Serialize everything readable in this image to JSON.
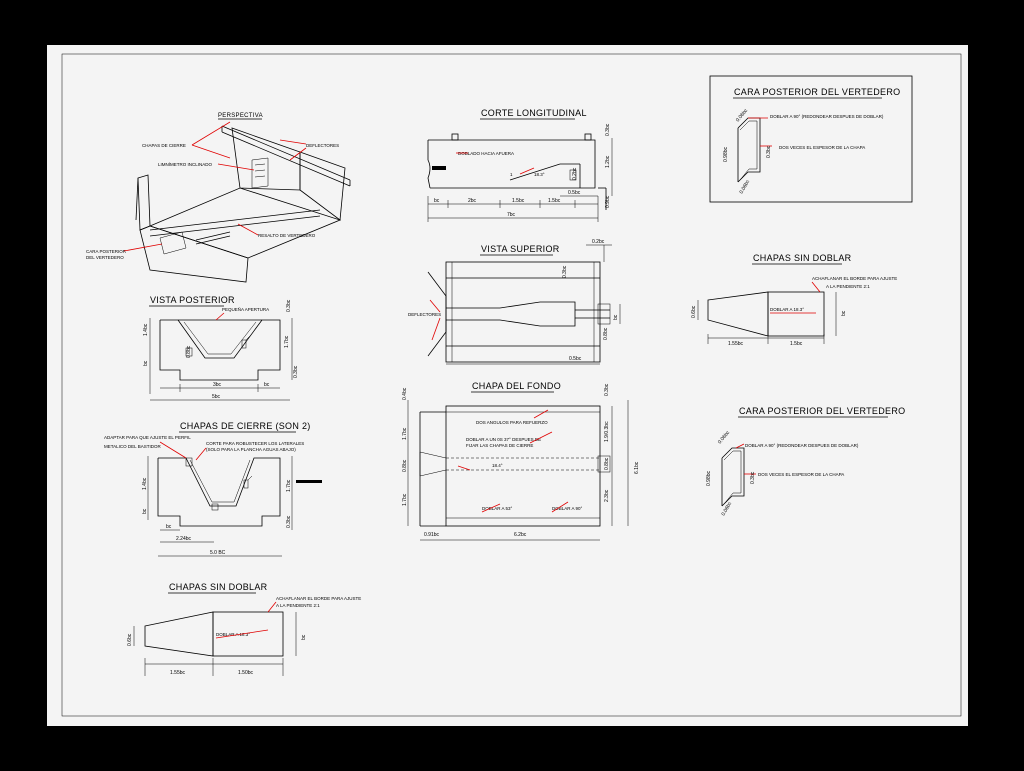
{
  "colors": {
    "background": "#000000",
    "sheet": "#f4f4f4",
    "leader": "#e00000",
    "lines": "#000000"
  },
  "perspectiva": {
    "title": "PERSPECTIVA",
    "chapas_cierre": "CHAPAS DE CIERRE",
    "deflectores": "DEFLECTORES",
    "limnimetro": "LIMNÍMETRO INCLINADO",
    "resalto": "RESALTO DE VERTEDERO",
    "cara_posterior_1": "CARA POSTERIOR",
    "cara_posterior_2": "DEL VERTEDERO"
  },
  "corte_longitudinal": {
    "title": "CORTE LONGITUDINAL",
    "doblado": "DOBLADO HACIA AFUERA",
    "slope": "1",
    "angle": "18.3°",
    "d_top": "0.3bc",
    "d_right": "1.2bc",
    "d_inner": "0.2bc",
    "d_bottom_r": "0.9bc",
    "d_low": "0.5bc",
    "d1": "bc",
    "d2": "2bc",
    "d3": "1.5bc",
    "d4": "1.5bc",
    "total": "7bc"
  },
  "cara_posterior_box": {
    "title": "CARA POSTERIOR DEL VERTEDERO",
    "doblar": "DOBLAR A 90° (REDONDEAR DESPUES DE DOBLAR)",
    "dos_veces": "DOS VECES EL ESPESOR DE LA CHAPA",
    "d1": "0.06bc",
    "d2": "0.06bc",
    "d3": "0.98bc",
    "d4": "0.3bc"
  },
  "vista_superior": {
    "title": "VISTA SUPERIOR",
    "deflectores": "DEFLECTORES",
    "d_top": "0.2bc",
    "d_left": "0.3bc",
    "d_right": "bc",
    "d_mid": "0.8bc",
    "d_bottom": "0.5bc"
  },
  "chapas_sin_doblar_right": {
    "title": "CHAPAS SIN DOBLAR",
    "achaflanar_1": "ACHAFLANAR EL BORDE PARA AJUSTE",
    "achaflanar_2": "A LA PENDIENTE 2:1",
    "doblar": "DOBLAR A 18.3°",
    "d_left": "0.6bc",
    "d_right": "bc",
    "d1": "1.55bc",
    "d2": "1.5bc"
  },
  "vista_posterior": {
    "title": "VISTA POSTERIOR",
    "pequena": "PEQUEÑA APERTURA",
    "d_top": "0.3bc",
    "d_left": "1.4bc",
    "d_right": "1.7bc",
    "d_low": "bc",
    "d_small": "0.3bc",
    "d_inner": "0.8bc",
    "d_base": "3bc",
    "d_bc": "bc",
    "d_total": "5bc"
  },
  "chapa_del_fondo": {
    "title": "CHAPA DEL FONDO",
    "dos_angulos": "DOS ANGULOS PARA REFUERZO",
    "doblar_37_1": "DOBLAR A UN 0S 37° DESPUES DE",
    "doblar_37_2": "FIJAR LAS CHAPAS DE CIERRE",
    "angle": "18.4°",
    "doblar_53": "DOBLAR A 53°",
    "doblar_90": "DOBLAR A 90°",
    "d_top": "0.4bc",
    "d_l1": "1.7bc",
    "d_l2": "0.8bc",
    "d_l3": "1.7bc",
    "d_r_top": "0.3bc",
    "d_r1": "1.9/0.3bc",
    "d_r2": "0.8bc",
    "d_r3": "2.3bc",
    "d_total_r": "6.1bc",
    "d_bottom_l": "0.91bc",
    "d_bottom": "6.2bc"
  },
  "chapas_de_cierre": {
    "title": "CHAPAS DE CIERRE (SON 2)",
    "adaptar_1": "ADAPTAR PARA QUE AJUSTE EL PERFIL",
    "adaptar_2": "METALICO DEL BASTIDOR",
    "corte_1": "CORTE PARA ROBUSTECER LOS LATERALES",
    "corte_2": "(SOLO PARA LA PLANCHA AGUAS ABAJO)",
    "d_left": "1.4bc",
    "d_low": "bc",
    "d_right": "1.7bc",
    "d_small": "0.3bc",
    "d_bc": "bc",
    "d_224": "2.24bc",
    "d_total": "5.0 BC"
  },
  "cara_posterior_right": {
    "title": "CARA POSTERIOR DEL VERTEDERO",
    "doblar": "DOBLAR A 90° (REDONDEAR DESPUES DE DOBLAR)",
    "dos_veces": "DOS VECES EL ESPESOR DE LA CHAPA",
    "d1": "0.06bc",
    "d2": "0.06bc",
    "d3": "0.98bc",
    "d4": "0.3bc"
  },
  "chapas_sin_doblar_left": {
    "title": "CHAPAS SIN DOBLAR",
    "achaflanar_1": "ACHAFLANAR EL BORDE PARA AJUSTE",
    "achaflanar_2": "A LA PENDIENTE 2:1",
    "doblar": "DOBLAR A 18.3°",
    "d_left": "0.6bc",
    "d_right": "bc",
    "d1": "1.55bc",
    "d2": "1.50bc"
  }
}
